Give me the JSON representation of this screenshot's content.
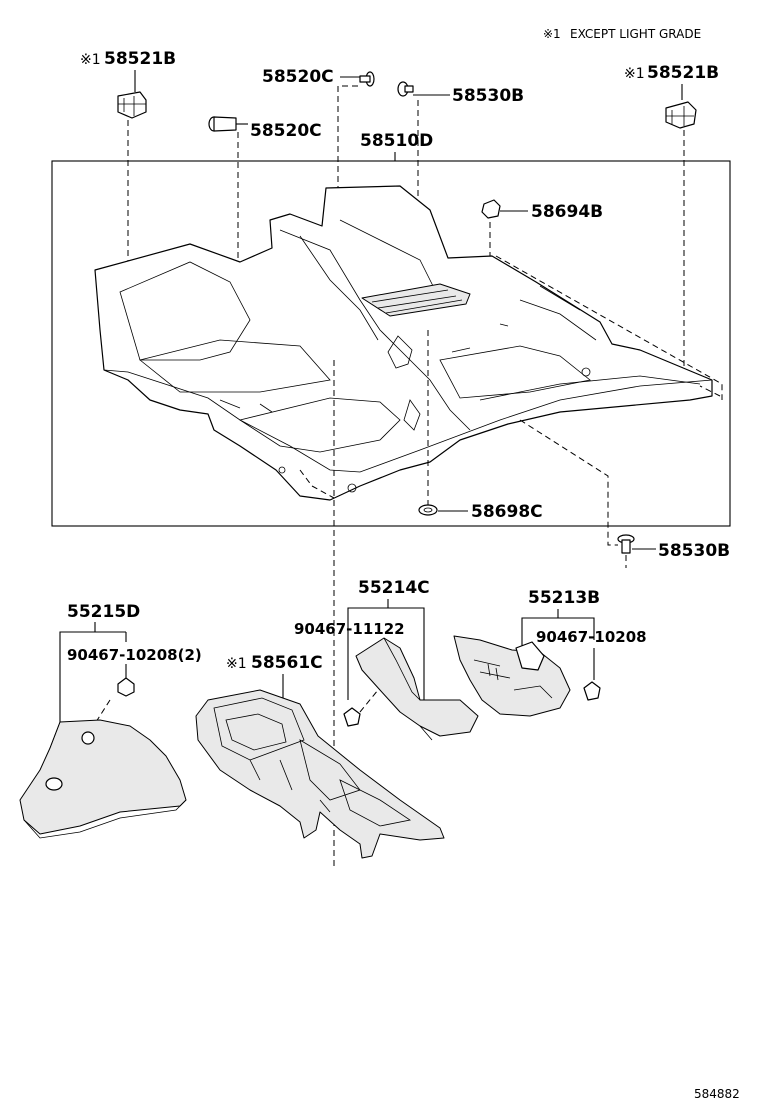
{
  "note": {
    "symbol": "※1",
    "text": "EXCEPT LIGHT GRADE"
  },
  "labels": {
    "p58521B_left": "58521B",
    "p58521B_right": "58521B",
    "p58520C_top": "58520C",
    "p58520C_mid": "58520C",
    "p58530B_top": "58530B",
    "p58510D": "58510D",
    "p58694B": "58694B",
    "p58698C": "58698C",
    "p58530B_bottom": "58530B",
    "p55215D": "55215D",
    "p90467_10208_2": "90467-10208(2)",
    "p58561C": "58561C",
    "p55214C": "55214C",
    "p90467_11122": "90467-11122",
    "p55213B": "55213B",
    "p90467_10208": "90467-10208"
  },
  "marks": {
    "ref_symbol": "※1"
  },
  "figure_ref": "584882"
}
